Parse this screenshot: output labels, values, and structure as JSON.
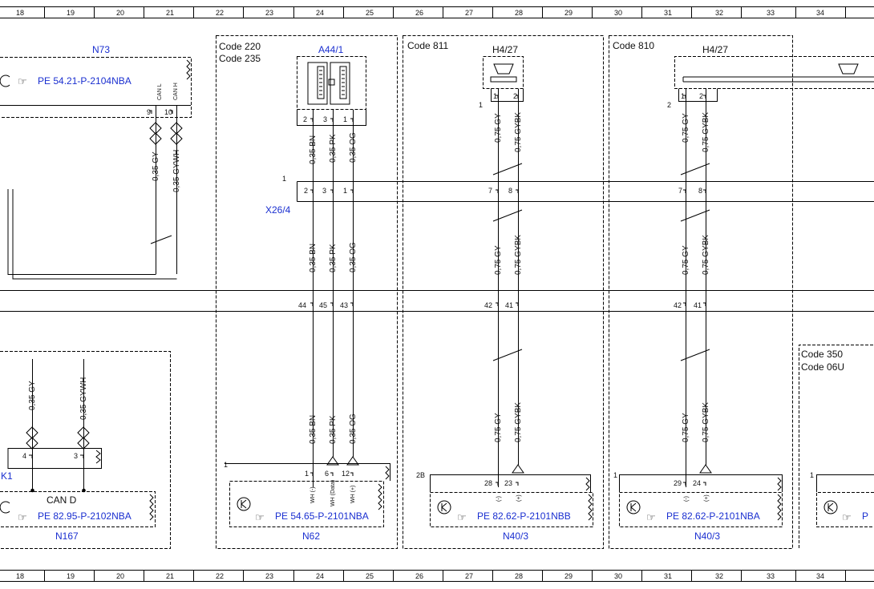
{
  "ruler": [
    "18",
    "19",
    "20",
    "21",
    "22",
    "23",
    "24",
    "25",
    "26",
    "27",
    "28",
    "29",
    "30",
    "31",
    "32",
    "33",
    "34"
  ],
  "codes": {
    "c220": "Code 220",
    "c235": "Code 235",
    "c811": "Code 811",
    "c810": "Code 810",
    "c350": "Code 350",
    "c06u": "Code 06U"
  },
  "components": {
    "n73": "N73",
    "a44_1": "A44/1",
    "h4_27_left": "H4/27",
    "h4_27_right": "H4/27",
    "x26_4": "X26/4",
    "n167": "N167",
    "n62": "N62",
    "n40_3_left": "N40/3",
    "n40_3_right": "N40/3",
    "k1": "K1"
  },
  "references": {
    "pe_n73": "PE 54.21-P-2104NBA",
    "pe_n167": "PE 82.95-P-2102NBA",
    "pe_n62": "PE 54.65-P-2101NBA",
    "pe_n40_left": "PE 82.62-P-2101NBB",
    "pe_n40_right": "PE 82.62-P-2101NBA",
    "pe_partial": "P"
  },
  "can_label": "CAN D",
  "n73_pins": {
    "can_l": "CAN L",
    "can_h": "CAN H",
    "p9": "9",
    "p10": "10"
  },
  "wires": {
    "gy035": "0,35 GY",
    "gywh035": "0,35 GYWH",
    "bn035": "0,35 BN",
    "pk035": "0,35 PK",
    "og035": "0,35 OG",
    "gy075": "0,75 GY",
    "gybk075": "0,75 GYBK"
  },
  "pins": {
    "a44_2": "2",
    "a44_3": "3",
    "a44_1": "1",
    "x26_mark": "1",
    "x26_2": "2",
    "x26_3": "3",
    "x26_1": "1",
    "x26_7a": "7",
    "x26_8a": "8",
    "x26_7b": "7",
    "x26_8b": "8",
    "h427l_mark": "1",
    "h427l_1": "1",
    "h427l_2": "2",
    "h427r_mark": "2",
    "h427r_1": "1",
    "h427r_2": "2",
    "b44": "44",
    "b45": "45",
    "b43": "43",
    "b42a": "42",
    "b41a": "41",
    "b42b": "42",
    "b41b": "41",
    "n167_4": "4",
    "n167_3": "3",
    "n62_mark": "1",
    "n62_1": "1",
    "n62_6": "6",
    "n62_12": "12",
    "n40l_mark": "2B",
    "n40l_28": "28",
    "n40l_23": "23",
    "n40r_mark": "1",
    "n40r_29": "29",
    "n40r_24": "24",
    "far_mark": "1"
  },
  "pin_sub": {
    "wh_minus": "WH (-)",
    "wh_data": "WH (Data)",
    "wh_plus": "WH (+)",
    "minus": "(-)",
    "plus": "(+)"
  }
}
